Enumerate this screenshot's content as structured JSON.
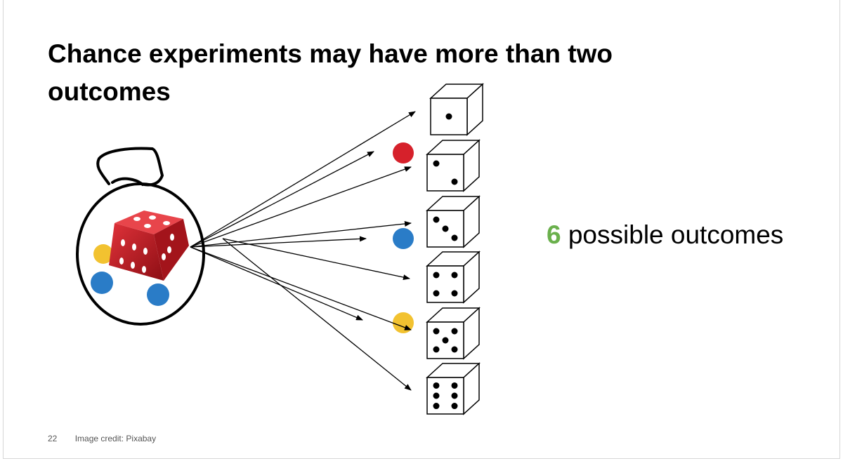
{
  "slide": {
    "title": "Chance experiments may have more than two outcomes",
    "outcomes_count": "6",
    "outcomes_text": "possible outcomes",
    "page_number": "22",
    "image_credit": "Image credit: Pixabay"
  },
  "dice_faces": [
    1,
    2,
    3,
    4,
    5,
    6
  ],
  "colors": {
    "red": "#d6212b",
    "blue": "#2a7cc7",
    "yellow": "#f2c230",
    "green": "#6ab04c"
  },
  "icons": [
    "bag-icon",
    "red-die-icon",
    "arrow-icon",
    "die-face-icon",
    "marble-icon"
  ]
}
